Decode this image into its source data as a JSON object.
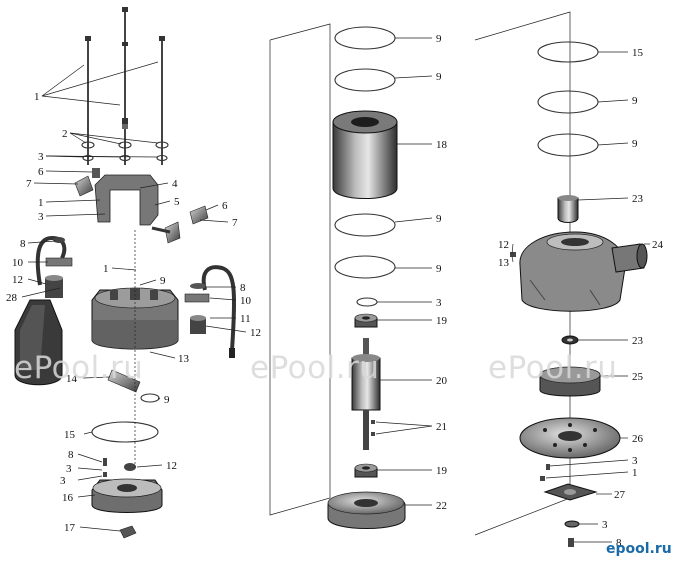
{
  "watermarks": [
    "ePool.ru",
    "ePool.ru",
    "ePool.ru"
  ],
  "corner_logo": "epool.ru",
  "callouts": {
    "left": [
      {
        "id": "l1",
        "text": "1"
      },
      {
        "id": "l2",
        "text": "2"
      },
      {
        "id": "l3a",
        "text": "3"
      },
      {
        "id": "l6a",
        "text": "6"
      },
      {
        "id": "l7a",
        "text": "7"
      },
      {
        "id": "l1b",
        "text": "1"
      },
      {
        "id": "l3b",
        "text": "3"
      },
      {
        "id": "l4",
        "text": "4"
      },
      {
        "id": "l5",
        "text": "5"
      },
      {
        "id": "l6b",
        "text": "6"
      },
      {
        "id": "l7b",
        "text": "7"
      },
      {
        "id": "l8a",
        "text": "8"
      },
      {
        "id": "l10a",
        "text": "10"
      },
      {
        "id": "l12a",
        "text": "12"
      },
      {
        "id": "l28",
        "text": "28"
      },
      {
        "id": "l1c",
        "text": "1"
      },
      {
        "id": "l9a",
        "text": "9"
      },
      {
        "id": "l8b",
        "text": "8"
      },
      {
        "id": "l10b",
        "text": "10"
      },
      {
        "id": "l11",
        "text": "11"
      },
      {
        "id": "l12b",
        "text": "12"
      },
      {
        "id": "l13",
        "text": "13"
      },
      {
        "id": "l14",
        "text": "14"
      },
      {
        "id": "l9b",
        "text": "9"
      },
      {
        "id": "l15",
        "text": "15"
      },
      {
        "id": "l8c",
        "text": "8"
      },
      {
        "id": "l3c",
        "text": "3"
      },
      {
        "id": "l3d",
        "text": "3"
      },
      {
        "id": "l12c",
        "text": "12"
      },
      {
        "id": "l16",
        "text": "16"
      },
      {
        "id": "l17",
        "text": "17"
      }
    ],
    "middle": [
      {
        "id": "m9a",
        "text": "9"
      },
      {
        "id": "m9b",
        "text": "9"
      },
      {
        "id": "m18",
        "text": "18"
      },
      {
        "id": "m9c",
        "text": "9"
      },
      {
        "id": "m9d",
        "text": "9"
      },
      {
        "id": "m3",
        "text": "3"
      },
      {
        "id": "m19a",
        "text": "19"
      },
      {
        "id": "m20",
        "text": "20"
      },
      {
        "id": "m21",
        "text": "21"
      },
      {
        "id": "m19b",
        "text": "19"
      },
      {
        "id": "m22",
        "text": "22"
      }
    ],
    "right": [
      {
        "id": "r15",
        "text": "15"
      },
      {
        "id": "r9a",
        "text": "9"
      },
      {
        "id": "r9b",
        "text": "9"
      },
      {
        "id": "r23a",
        "text": "23"
      },
      {
        "id": "r12",
        "text": "12"
      },
      {
        "id": "r13",
        "text": "13"
      },
      {
        "id": "r24",
        "text": "24"
      },
      {
        "id": "r23b",
        "text": "23"
      },
      {
        "id": "r25",
        "text": "25"
      },
      {
        "id": "r26",
        "text": "26"
      },
      {
        "id": "r3a",
        "text": "3"
      },
      {
        "id": "r1",
        "text": "1"
      },
      {
        "id": "r27",
        "text": "27"
      },
      {
        "id": "r3b",
        "text": "3"
      },
      {
        "id": "r8",
        "text": "8"
      }
    ]
  }
}
